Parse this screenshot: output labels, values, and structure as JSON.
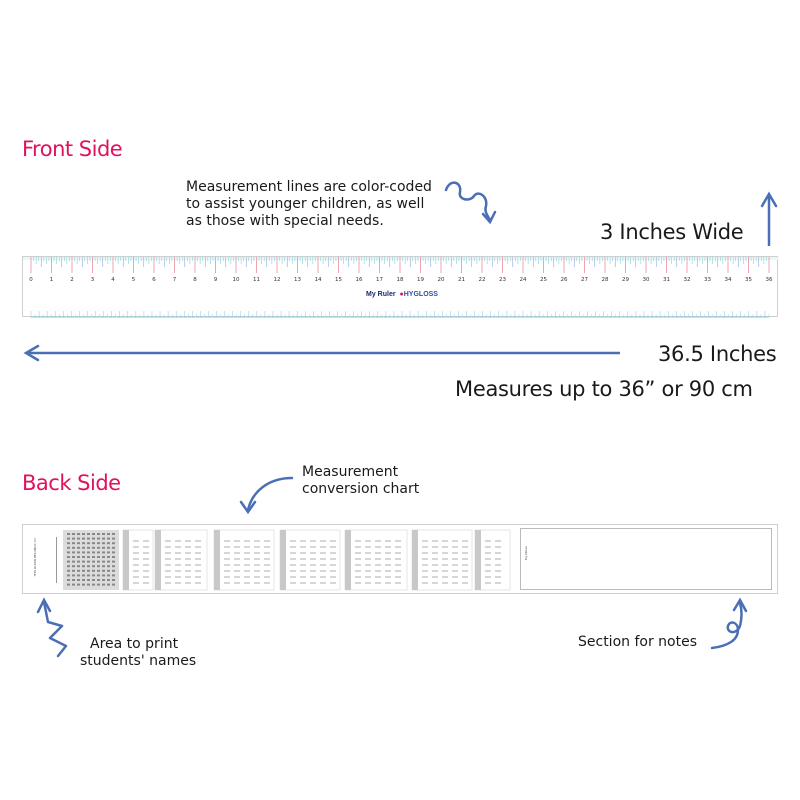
{
  "front": {
    "title": "Front Side",
    "color_note_lines": [
      "Measurement lines are color-coded",
      "to assist younger children, as well",
      "as those with special needs."
    ],
    "width_label": "3 Inches Wide",
    "length_label": "36.5 Inches",
    "measures_label": "Measures up to 36” or 90 cm",
    "ruler": {
      "inch_numbers": [
        "0",
        "1",
        "2",
        "3",
        "4",
        "5",
        "6",
        "7",
        "8",
        "9",
        "10",
        "11",
        "12",
        "13",
        "14",
        "15",
        "16",
        "17",
        "18",
        "19",
        "20",
        "21",
        "22",
        "23",
        "24",
        "25",
        "26",
        "27",
        "28",
        "29",
        "30",
        "31",
        "32",
        "33",
        "34",
        "35",
        "36"
      ],
      "brand": "My Ruler",
      "logo": "HYGLOSS"
    }
  },
  "back": {
    "title": "Back Side",
    "conversion_note_lines": [
      "Measurement",
      "conversion chart"
    ],
    "names_note_lines": [
      "Area to print",
      "students' names"
    ],
    "notes_note": "Section for notes",
    "belongs_label": "THIS RULER BELONGS TO:",
    "my_notes_label": "My Notes"
  },
  "colors": {
    "title_pink": "#e0115f",
    "arrow_blue": "#4a6fb5",
    "tick_red": "#e46a7f",
    "tick_cyan": "#7fd3df",
    "tick_blue": "#8fa6e0"
  }
}
